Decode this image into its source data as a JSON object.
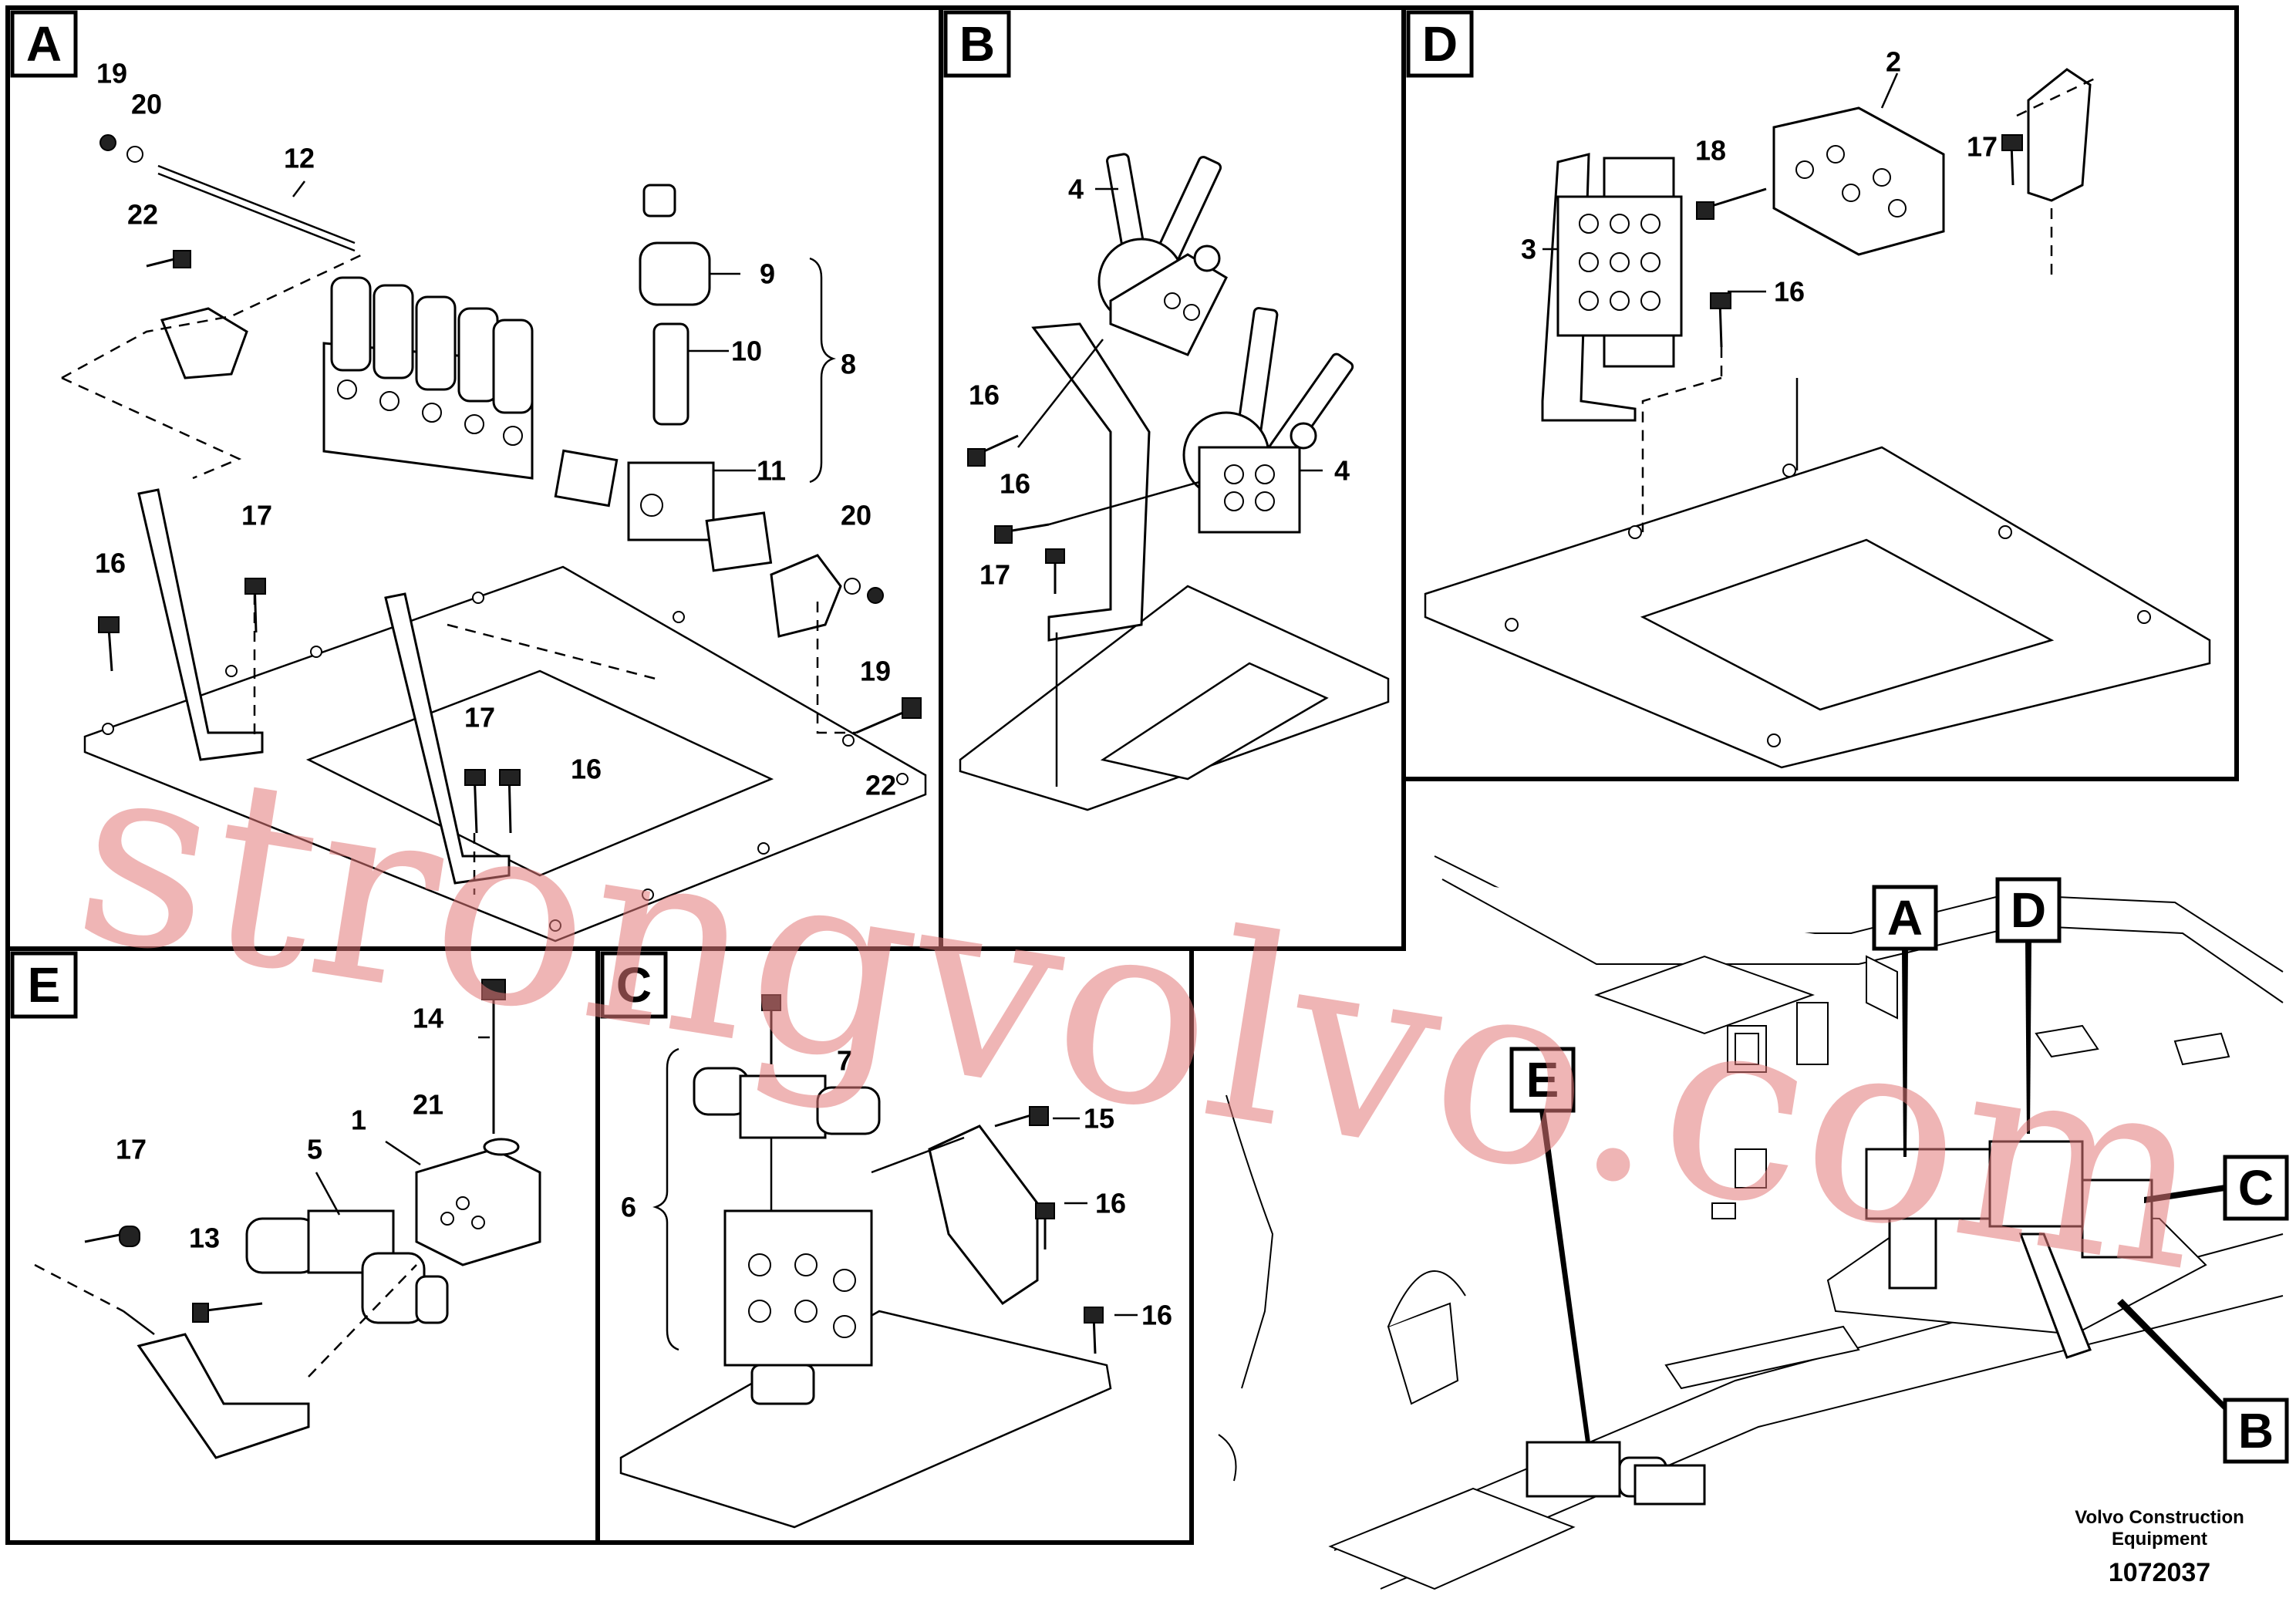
{
  "panels": {
    "A": {
      "label": "A",
      "callouts": [
        "19",
        "20",
        "12",
        "22",
        "9",
        "10",
        "8",
        "11",
        "20",
        "19",
        "17",
        "16",
        "17",
        "16",
        "22"
      ]
    },
    "B": {
      "label": "B",
      "callouts": [
        "4",
        "16",
        "16",
        "17",
        "4"
      ]
    },
    "D": {
      "label": "D",
      "callouts": [
        "2",
        "18",
        "17",
        "3",
        "16"
      ]
    },
    "E": {
      "label": "E",
      "callouts": [
        "14",
        "21",
        "17",
        "5",
        "1",
        "13"
      ]
    },
    "C": {
      "label": "C",
      "callouts": [
        "7",
        "15",
        "6",
        "16",
        "16"
      ]
    }
  },
  "overview": {
    "markers": [
      "A",
      "D",
      "E",
      "C",
      "B"
    ]
  },
  "footer": {
    "company_line1": "Volvo Construction",
    "company_line2": "Equipment",
    "drawing_number": "1072037"
  },
  "watermark": "strongvolvo.com",
  "colors": {
    "line": "#000000",
    "watermark": "#e07878"
  }
}
